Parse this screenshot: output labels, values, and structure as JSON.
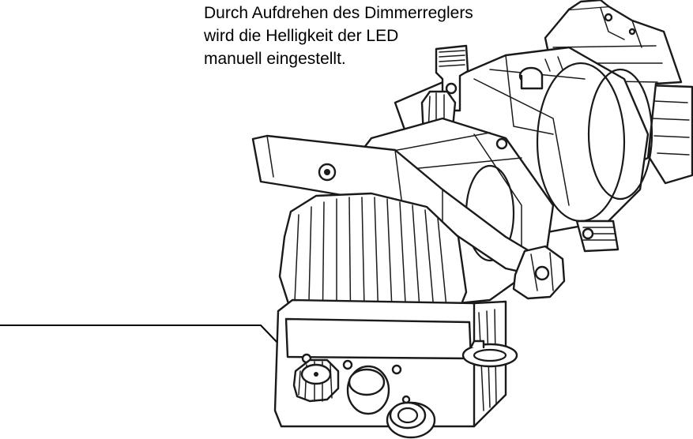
{
  "caption": {
    "lines": [
      "Durch Aufdrehen des Dimmerreglers",
      "wird die Helligkeit der LED",
      "manuell eingestellt."
    ]
  },
  "icons": {
    "fixture": "led-spotlight-fixture-line-drawing",
    "dimmer": "dimmer-knob"
  }
}
